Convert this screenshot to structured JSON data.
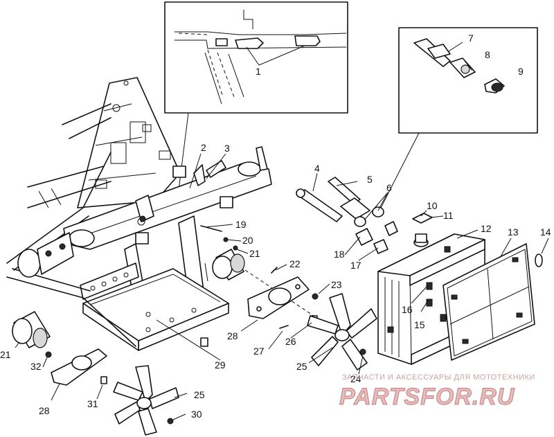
{
  "callouts": [
    "1",
    "2",
    "3",
    "4",
    "5",
    "6",
    "7",
    "8",
    "9",
    "10",
    "11",
    "12",
    "13",
    "14",
    "15",
    "16",
    "17",
    "18",
    "19",
    "20",
    "21",
    "22",
    "23",
    "24",
    "25",
    "26",
    "27",
    "28",
    "29",
    "30",
    "31",
    "32"
  ],
  "watermark": {
    "caption": "ЗАПЧАСТИ И АКСЕССУАРЫ ДЛЯ МОТОТЕХНИКИ",
    "logo_text": "PARTSFOR.RU"
  }
}
